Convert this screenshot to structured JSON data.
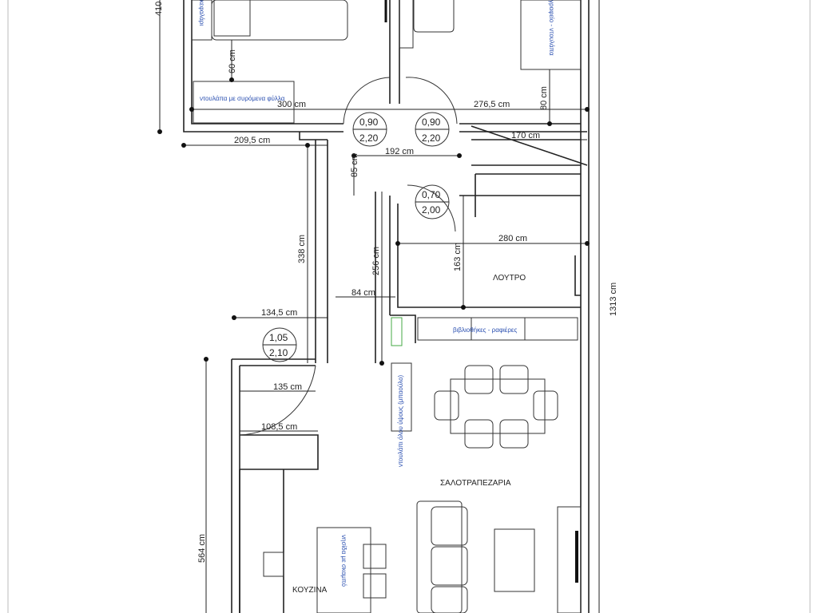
{
  "rooms": {
    "bathroom": "ΛΟΥΤΡΟ",
    "living_dining": "ΣΑΛΟΤΡΑΠΕΖΑΡΙΑ",
    "kitchen": "ΚΟΥΖΙΝΑ"
  },
  "notes": {
    "wardrobe": "ντουλάπα με συρόμενα φύλλα",
    "shelves": "βιβλιοθήκες - ραφιέρες",
    "tall_cabinet": "ντουλάπι όλου ύψους (μπαούλο)",
    "island": "νησίδα με σκαμπό",
    "desk": "γραφείο - ντουλάπα",
    "bed_side": "κεφαλάρι"
  },
  "dimensions": {
    "d410": "410",
    "d60": "60 cm",
    "d300": "300 cm",
    "d276": "276,5 cm",
    "d80": "80 cm",
    "d209": "209,5 cm",
    "d170": "170 cm",
    "d192": "192 cm",
    "d85": "85 cm",
    "d280": "280 cm",
    "d338": "338 cm",
    "d256": "256 cm",
    "d163": "163 cm",
    "d84": "84 cm",
    "d134": "134,5 cm",
    "d1313": "1313 cm",
    "d135": "135 cm",
    "d108": "108,5 cm",
    "d564": "564 cm"
  },
  "doors": [
    {
      "width": "0,90",
      "height": "2,20"
    },
    {
      "width": "0,90",
      "height": "2,20"
    },
    {
      "width": "0,70",
      "height": "2,00"
    },
    {
      "width": "1,05",
      "height": "2,10"
    }
  ]
}
